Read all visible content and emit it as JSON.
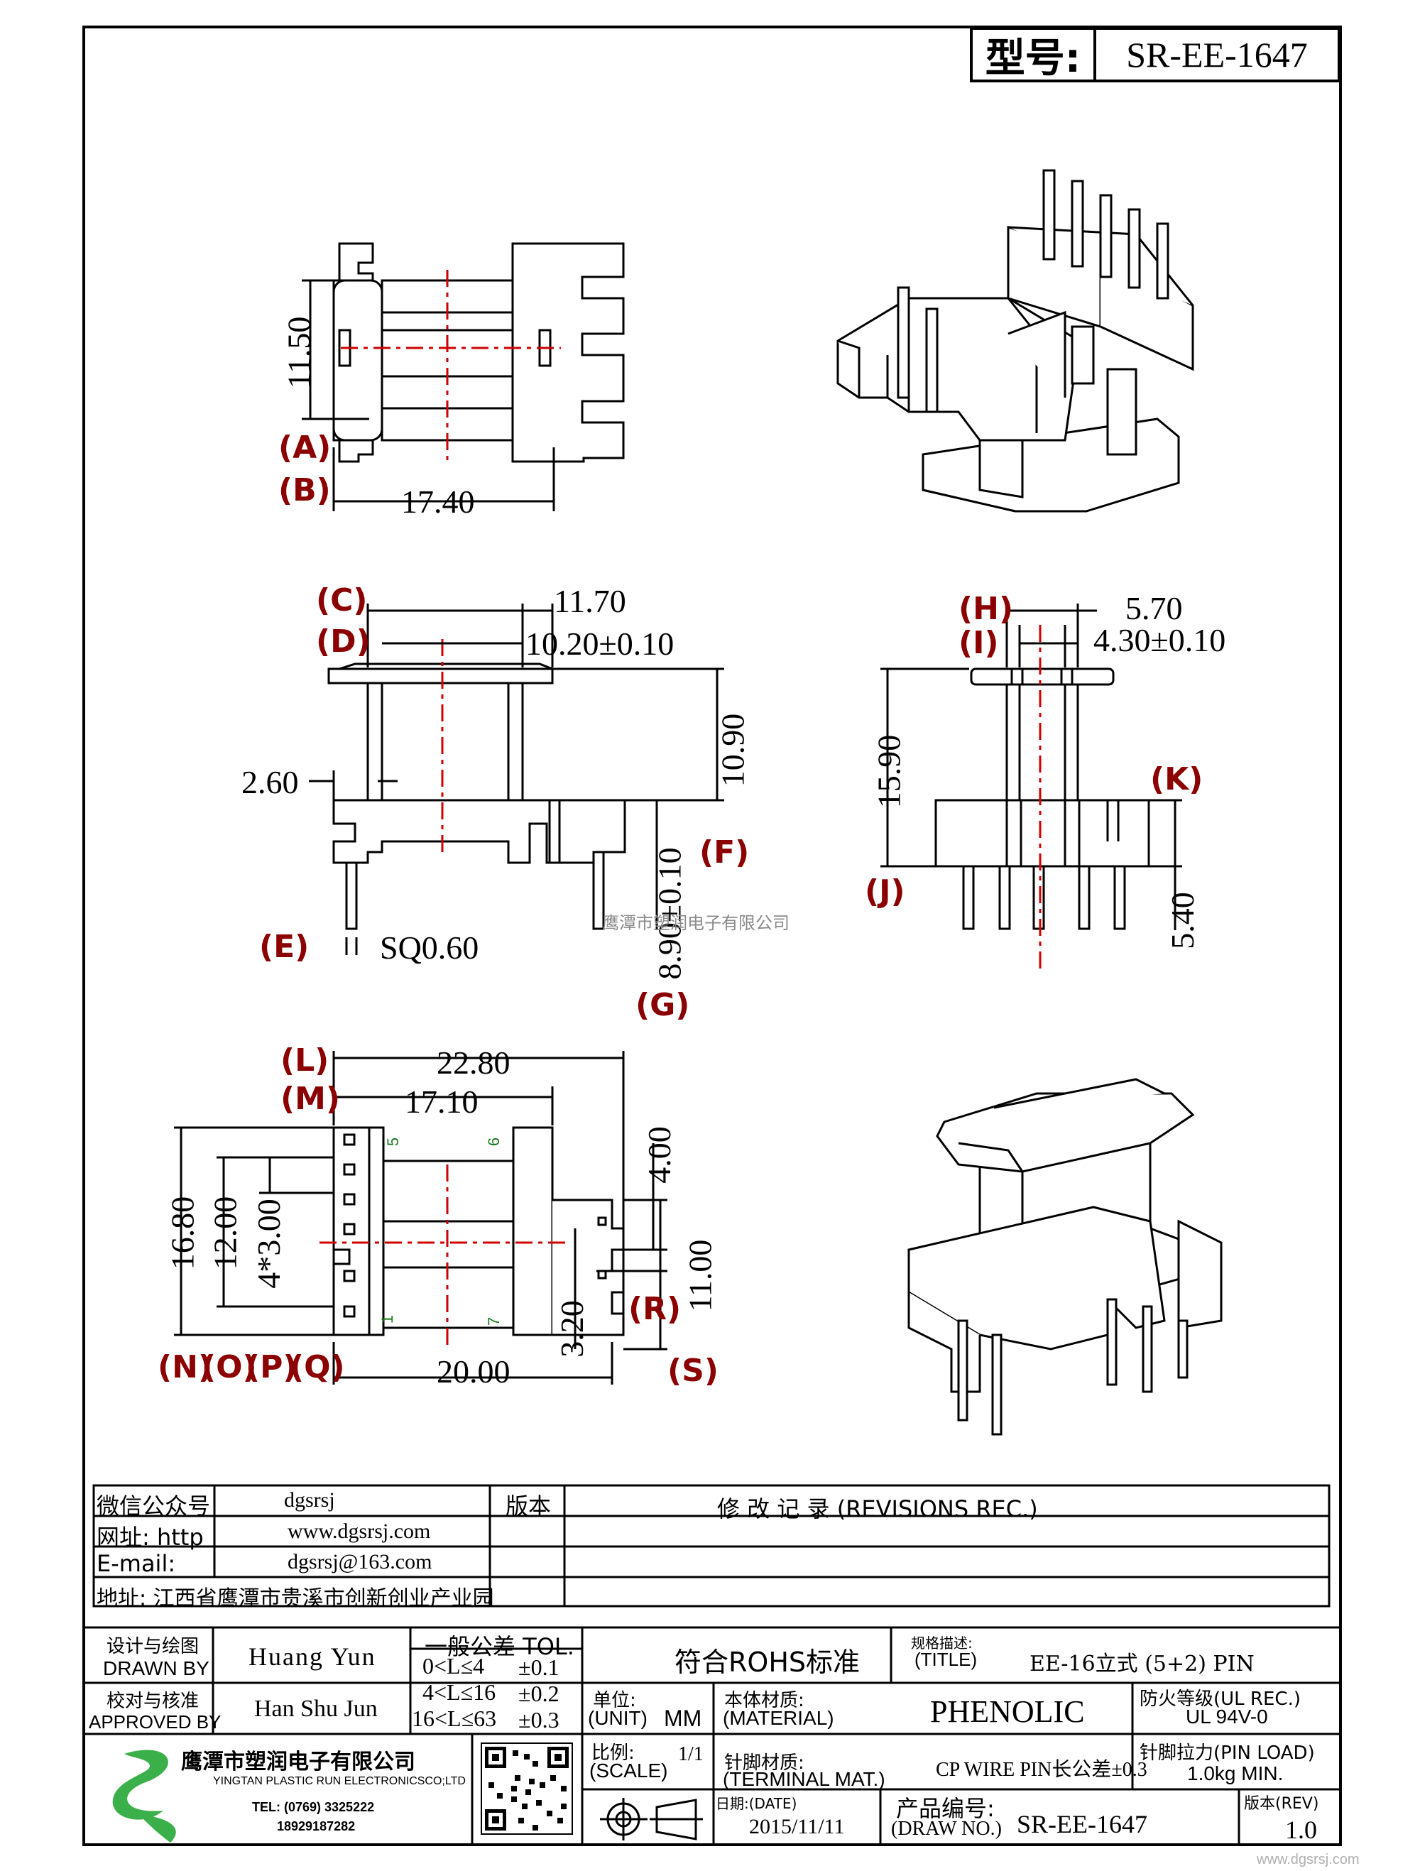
{
  "header": {
    "model_label": "型号:",
    "model_value": "SR-EE-1647"
  },
  "dimensions": {
    "d_11_50": "11.50",
    "d_17_40": "17.40",
    "d_11_70": "11.70",
    "d_10_20": "10.20±0.10",
    "d_10_90": "10.90",
    "d_2_60": "2.60",
    "d_8_90": "8.90±0.10",
    "d_sq": "SQ0.60",
    "d_5_70": "5.70",
    "d_4_30": "4.30±0.10",
    "d_15_90": "15.90",
    "d_5_40": "5.40",
    "d_22_80": "22.80",
    "d_17_10": "17.10",
    "d_16_80": "16.80",
    "d_12_00": "12.00",
    "d_4x3": "4*3.00",
    "d_4_00": "4.00",
    "d_11_00": "11.00",
    "d_3_20": "3.20",
    "d_20_00": "20.00"
  },
  "annotations": {
    "A": "A",
    "B": "B",
    "C": "C",
    "D": "D",
    "E": "E",
    "F": "F",
    "G": "G",
    "H": "H",
    "I": "I",
    "J": "J",
    "K": "K",
    "L": "L",
    "M": "M",
    "N": "N",
    "O": "O",
    "P": "P",
    "Q": "Q",
    "R": "R",
    "S": "S"
  },
  "pin_numbers": {
    "p5": "5",
    "p6": "6",
    "p1": "1",
    "p7": "7"
  },
  "watermark": "鹰潭市塑润电子有限公司",
  "contact": {
    "wechat_label": "微信公众号",
    "wechat_value": "dgsrsj",
    "web_label": "网址: http",
    "web_value": "www.dgsrsj.com",
    "email_label": "E-mail:",
    "email_value": "dgsrsj@163.com",
    "address": "地址: 江西省鹰潭市贵溪市创新创业产业园"
  },
  "revisions": {
    "version_label": "版本",
    "title": "修 改 记 录  (REVISIONS REC.)"
  },
  "title_block": {
    "drawn_cn": "设计与绘图",
    "drawn_en": "DRAWN BY",
    "drawn_name": "Huang Yun",
    "approved_cn": "校对与核准",
    "approved_en": "APPROVED BY",
    "approved_name": "Han Shu Jun",
    "tol_title": "一般公差 TOL.",
    "tol_rows": [
      {
        "range": "0<L≤4",
        "val": "±0.1"
      },
      {
        "range": "4<L≤16",
        "val": "±0.2"
      },
      {
        "range": "16<L≤63",
        "val": "±0.3"
      }
    ],
    "rohs": "符合ROHS标准",
    "spec_cn": "规格描述:",
    "spec_en": "(TITLE)",
    "spec_value": "EE-16立式 (5+2) PIN",
    "unit_cn": "单位:",
    "unit_en": "(UNIT)",
    "unit_value": "MM",
    "material_cn": "本体材质:",
    "material_en": "(MATERIAL)",
    "material_value": "PHENOLIC",
    "fire_cn": "防火等级(UL REC.)",
    "fire_value": "UL 94V-0",
    "scale_cn": "比例:",
    "scale_en": "(SCALE)",
    "scale_value": "1/1",
    "terminal_cn": "针脚材质:",
    "terminal_en": "(TERMINAL MAT.)",
    "terminal_value": "CP WIRE  PIN长公差±0.3",
    "pinload_cn": "针脚拉力(PIN LOAD)",
    "pinload_value": "1.0kg MIN.",
    "date_cn": "日期:(DATE)",
    "date_value": "2015/11/11",
    "drawno_cn": "产品编号:",
    "drawno_en": "(DRAW NO.)",
    "drawno_value": "SR-EE-1647",
    "rev_cn": "版本(REV)",
    "rev_value": "1.0"
  },
  "company": {
    "name": "鹰潭市塑润电子有限公司",
    "name_en": "YINGTAN PLASTIC RUN ELECTRONICSCO;LTD",
    "tel": "TEL: (0769) 3325222",
    "mobile": "18929187282"
  },
  "footer_url": "www.dgsrsj.com"
}
